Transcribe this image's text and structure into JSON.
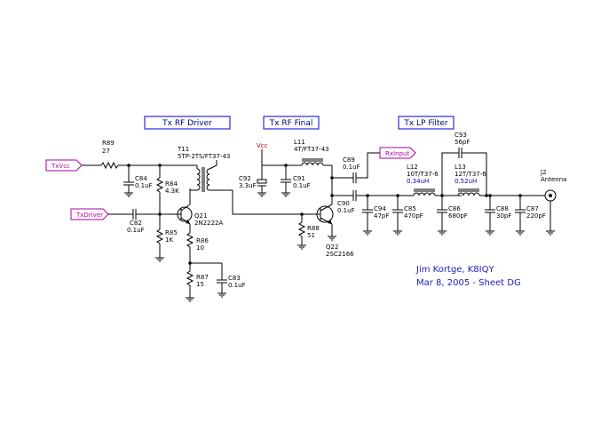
{
  "sections": {
    "driver": "Tx RF Driver",
    "final": "Tx RF Final",
    "filter": "Tx LP Filter"
  },
  "ports": {
    "txvcc": "TxVcc",
    "txdriver": "TxDriver",
    "rxinput": "RxInput",
    "vcc": "Vcc"
  },
  "parts": {
    "r89": {
      "ref": "R89",
      "val": "27"
    },
    "c84": {
      "ref": "C84",
      "val": "0.1uF"
    },
    "r84": {
      "ref": "R84",
      "val": "4.3K"
    },
    "t11": {
      "ref": "T11",
      "val": "5TP-2TS/FT37-43"
    },
    "c82": {
      "ref": "C82",
      "val": "0.1uF"
    },
    "r85": {
      "ref": "R85",
      "val": "1K"
    },
    "q21": {
      "ref": "Q21",
      "val": "2N2222A"
    },
    "r86": {
      "ref": "R86",
      "val": "10"
    },
    "r87": {
      "ref": "R87",
      "val": "15"
    },
    "c83": {
      "ref": "C83",
      "val": "0.1uF"
    },
    "c92": {
      "ref": "C92",
      "val": "3.3uF"
    },
    "c91": {
      "ref": "C91",
      "val": "0.1uF"
    },
    "l11": {
      "ref": "L11",
      "val": "4T/FT37-43"
    },
    "r88": {
      "ref": "R88",
      "val": "51"
    },
    "q22": {
      "ref": "Q22",
      "val": "2SC2166"
    },
    "c89": {
      "ref": "C89",
      "val": "0.1uF"
    },
    "c90": {
      "ref": "C90",
      "val": "0.1uF"
    },
    "c94": {
      "ref": "C94",
      "val": "47pF"
    },
    "c85": {
      "ref": "C85",
      "val": "470pF"
    },
    "l12": {
      "ref": "L12",
      "val": "10T/T37-6",
      "ind": "0.34uH"
    },
    "c86": {
      "ref": "C86",
      "val": "680pF"
    },
    "c93": {
      "ref": "C93",
      "val": "56pF"
    },
    "l13": {
      "ref": "L13",
      "val": "12T/T37-6",
      "ind": "0.52uH"
    },
    "c88": {
      "ref": "C88",
      "val": "30pF"
    },
    "c87": {
      "ref": "C87",
      "val": "220pF"
    },
    "j2": {
      "ref": "J2",
      "val": "Antenna"
    }
  },
  "credit": {
    "author": "Jim Kortge, K8IQY",
    "date": "Mar 8, 2005 - Sheet DG"
  },
  "colors": {
    "wire": "#000000",
    "section_border": "#0000cc",
    "port": "#aa00aa",
    "vcc": "#cc0000",
    "inductance": "#0000cc",
    "credit": "#2020c0"
  }
}
